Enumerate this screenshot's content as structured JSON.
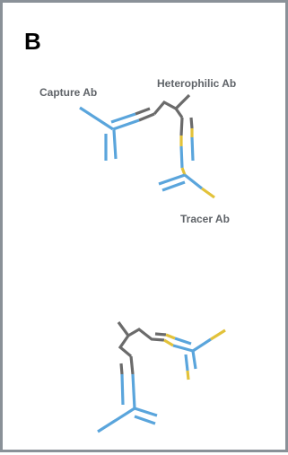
{
  "panel": {
    "letter": "B"
  },
  "labels": {
    "capture_ab": "Capture Ab",
    "heterophilic_ab": "Heterophilic Ab",
    "tracer_ab": "Tracer Ab"
  },
  "colors": {
    "capture_blue": "#5aa5dc",
    "heterophilic_gray": "#6b6b6b",
    "tracer_yellow": "#e2c23a",
    "border": "#8a9198",
    "label_text": "#5f6368"
  }
}
